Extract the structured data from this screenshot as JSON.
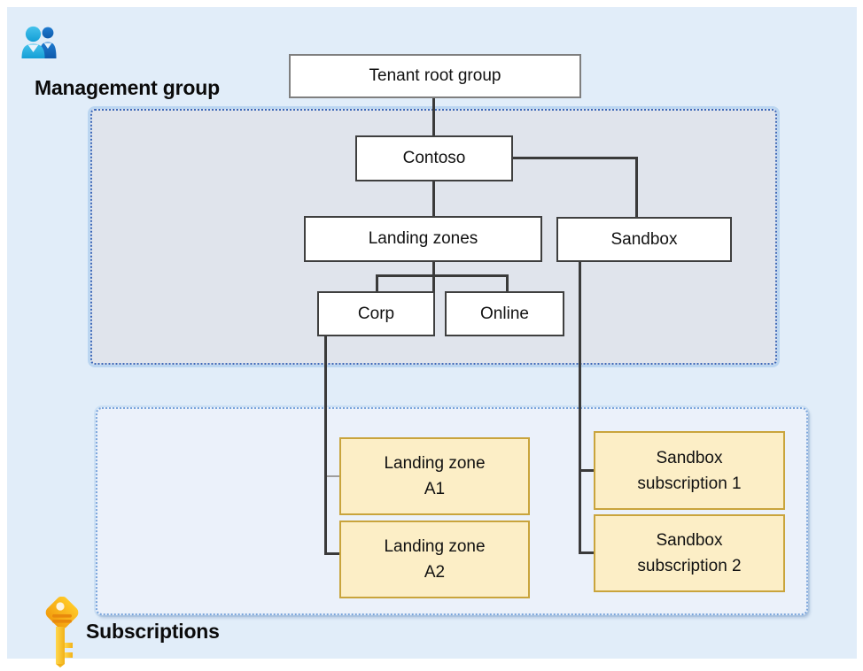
{
  "titles": {
    "management_group": "Management group",
    "subscriptions": "Subscriptions"
  },
  "nodes": {
    "tenant_root": {
      "label": "Tenant root group"
    },
    "contoso": {
      "label": "Contoso"
    },
    "landing_zones": {
      "label": "Landing zones"
    },
    "sandbox": {
      "label": "Sandbox"
    },
    "corp": {
      "label": "Corp"
    },
    "online": {
      "label": "Online"
    },
    "lz_a1": {
      "line1": "Landing zone",
      "line2": "A1"
    },
    "lz_a2": {
      "line1": "Landing zone",
      "line2": "A2"
    },
    "sandbox_sub1": {
      "line1": "Sandbox",
      "line2": "subscription 1"
    },
    "sandbox_sub2": {
      "line1": "Sandbox",
      "line2": "subscription 2"
    }
  },
  "hierarchy_edges": [
    {
      "from": "Tenant root group",
      "to": "Contoso"
    },
    {
      "from": "Contoso",
      "to": "Landing zones"
    },
    {
      "from": "Contoso",
      "to": "Sandbox"
    },
    {
      "from": "Landing zones",
      "to": "Corp"
    },
    {
      "from": "Landing zones",
      "to": "Online"
    },
    {
      "from": "Corp",
      "to": "Landing zone A1"
    },
    {
      "from": "Corp",
      "to": "Landing zone A2"
    },
    {
      "from": "Sandbox",
      "to": "Sandbox subscription 1"
    },
    {
      "from": "Sandbox",
      "to": "Sandbox subscription 2"
    }
  ],
  "icons": {
    "management_group": "people-icon",
    "subscriptions": "key-icon"
  },
  "colors": {
    "page_background": "#E1EDF9",
    "management_container_fill": "#E0E4EC",
    "management_container_border": "#3E68B8",
    "subscriptions_container_fill": "#EBF1FA",
    "subscriptions_container_border": "#7AA5DC",
    "node_fill": "#FFFFFF",
    "node_border": "#3F3F3F",
    "tenant_root_border": "#7F7F7F",
    "subscription_fill": "#FCEEC6",
    "subscription_border": "#C9A43C",
    "connector": "#3A3A3A",
    "people_icon_front": "#2DB2E2",
    "people_icon_back": "#1268BE",
    "key_icon_gold": "#F5B40F"
  }
}
